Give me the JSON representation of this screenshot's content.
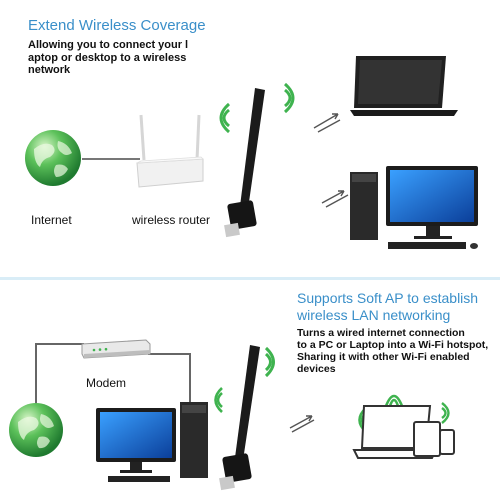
{
  "top": {
    "title": "Extend Wireless Coverage",
    "desc_lines": [
      "Allowing you to connect your l",
      "aptop or desktop to a wireless",
      "network"
    ],
    "label_internet": "Internet",
    "label_router": "wireless router"
  },
  "bottom": {
    "title_lines": [
      "Supports Soft AP to establish",
      "wireless LAN networking"
    ],
    "desc_lines": [
      "Turns a wired internet connection",
      "to a PC or Laptop into a Wi-Fi hotspot,",
      "Sharing it with other Wi-Fi enabled",
      "devices"
    ],
    "label_modem": "Modem"
  },
  "colors": {
    "accent_blue": "#3a8fc9",
    "wifi_green": "#3fb34f",
    "globe_green": "#4caf50",
    "divider": "#d9edf7"
  },
  "icons": [
    "globe-icon",
    "router-icon",
    "usb-adapter-icon",
    "wifi-signal-icon",
    "laptop-icon",
    "desktop-pc-icon",
    "modem-icon",
    "tablet-icon",
    "phone-icon",
    "transfer-arrows-icon"
  ]
}
